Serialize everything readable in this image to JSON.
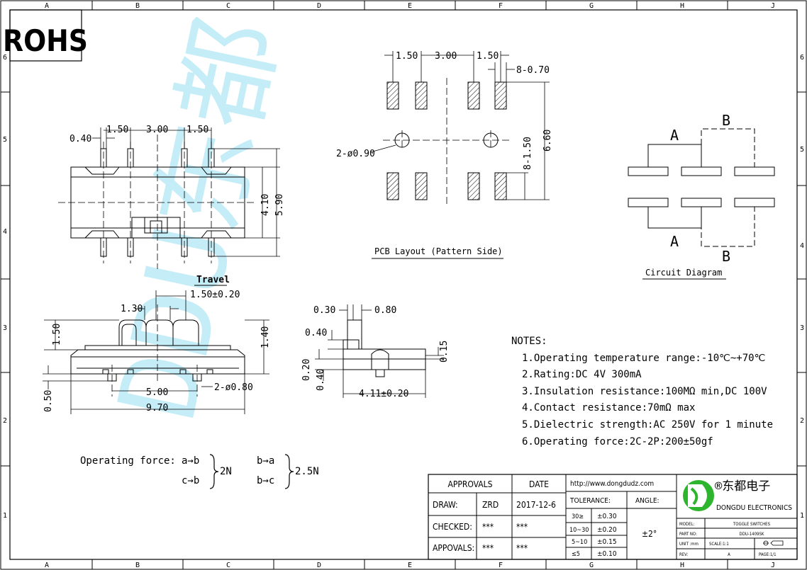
{
  "frame": {
    "columns": [
      "A",
      "B",
      "C",
      "D",
      "E",
      "F",
      "G",
      "H",
      "J"
    ],
    "rows": [
      "6",
      "5",
      "4",
      "3",
      "2",
      "1"
    ]
  },
  "rohs": "ROHS",
  "watermark": "DDU东都",
  "top_view": {
    "dims": [
      "0.40",
      "1.50",
      "3.00",
      "1.50",
      "4.10",
      "5.90"
    ]
  },
  "pcb_layout": {
    "title": "PCB Layout (Pattern Side)",
    "dims": [
      "1.50",
      "3.00",
      "1.50",
      "8-0.70",
      "2-ø0.90",
      "8-1.50",
      "6.60"
    ]
  },
  "circuit": {
    "title": "Circuit Diagram",
    "labels": [
      "A",
      "B",
      "A",
      "B"
    ]
  },
  "side_view": {
    "travel_label": "Travel",
    "dims": [
      "1.50±0.20",
      "1.30",
      "1.50",
      "1.40",
      "5.00",
      "2-ø0.80",
      "0.50",
      "9.70"
    ]
  },
  "end_view": {
    "dims": [
      "0.30",
      "0.80",
      "0.40",
      "0.20",
      "0.40",
      "0.15",
      "4.11±0.20"
    ]
  },
  "notes": {
    "heading": "NOTES:",
    "items": [
      "1.Operating temperature range:-10℃~+70℃",
      "2.Rating:DC 4V 300mA",
      "3.Insulation resistance:100MΩ min,DC 100V",
      "4.Contact resistance:70mΩ max",
      "5.Dielectric strength:AC 250V for 1 minute",
      "6.Operating force:2C-2P:200±50gf"
    ]
  },
  "operating_force": {
    "label": "Operating force:",
    "group1": [
      "a→b",
      "c→b"
    ],
    "group1_value": "2N",
    "group2": [
      "b→a",
      "b→c"
    ],
    "group2_value": "2.5N"
  },
  "title_block": {
    "approvals": "APPROVALS",
    "date_label": "DATE",
    "draw_label": "DRAW:",
    "draw_name": "ZRD",
    "draw_date": "2017-12-6",
    "checked_label": "CHECKED:",
    "checked_name": "***",
    "checked_date": "***",
    "appovals_label": "APPOVALS:",
    "appovals_name": "***",
    "appovals_date": "***",
    "website": "http://www.dongdudz.com",
    "tolerance_label": "TOLERANCE:",
    "angle_label": "ANGLE:",
    "tolerance_rows": [
      {
        "range": "30≥",
        "value": "±0.30"
      },
      {
        "range": "10~30",
        "value": "±0.20"
      },
      {
        "range": "5~10",
        "value": "±0.15"
      },
      {
        "range": "≤5",
        "value": "±0.10"
      }
    ],
    "angle_value": "±2°",
    "company_cn": "®东都电子",
    "company_en": "DONGDU ELECTRONICS",
    "model_label": "MODEL:",
    "model_value": "TOGGLE SWITCHES",
    "part_label": "PART NO:",
    "part_value": "DDU-1409SK",
    "unit_label": "UNIT :mm",
    "scale_label": "SCALE:1:1",
    "rev_label": "REV:",
    "rev_value": "A",
    "page_label": "PAGE:1/1",
    "logo_color": "#2db52d"
  }
}
